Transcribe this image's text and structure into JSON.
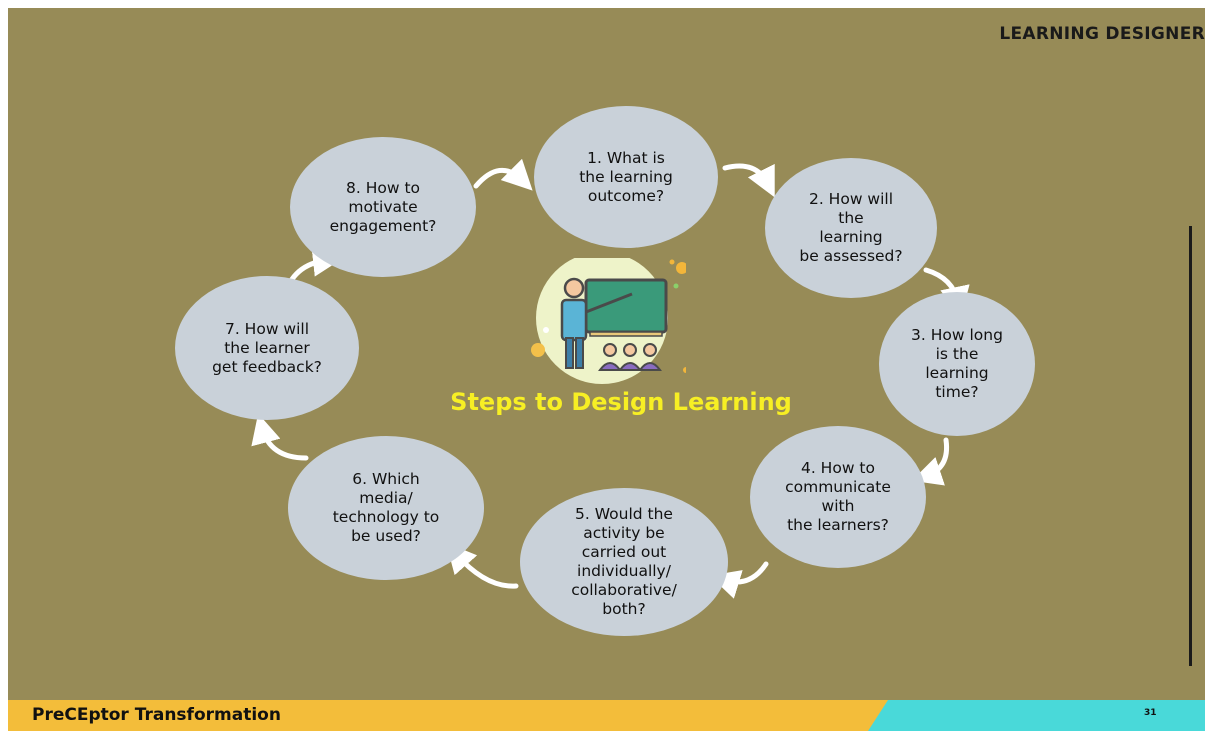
{
  "header": {
    "title": "LEARNING DESIGNER"
  },
  "diagram": {
    "title": "Steps to Design Learning",
    "steps": [
      {
        "label": "1. What is\nthe learning\noutcome?"
      },
      {
        "label": "2. How will\nthe\nlearning\nbe assessed?"
      },
      {
        "label": "3. How long\nis the\nlearning\ntime?"
      },
      {
        "label": "4. How to\ncommunicate\nwith\nthe learners?"
      },
      {
        "label": "5. Would the\nactivity be\ncarried out\nindividually/\ncollaborative/\nboth?"
      },
      {
        "label": "6. Which\nmedia/\ntechnology to\nbe used?"
      },
      {
        "label": "7. How will\nthe learner\nget feedback?"
      },
      {
        "label": "8. How to\nmotivate\nengagement?"
      }
    ],
    "icon": "teacher-presentation-icon"
  },
  "footer": {
    "title": "PreCEptor Transformation",
    "page_number": "31"
  },
  "colors": {
    "background": "#978b57",
    "bubble": "#c9d1d9",
    "title": "#f7ef24",
    "footer_yellow": "#f3bd3a",
    "footer_cyan": "#49d9d9"
  }
}
